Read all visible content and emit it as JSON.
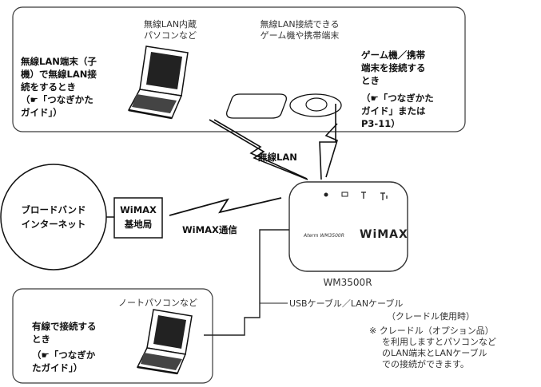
{
  "top_panel": {
    "pc_caption_line1": "無線LAN内蔵",
    "pc_caption_line2": "パソコンなど",
    "game_caption_line1": "無線LAN接続できる",
    "game_caption_line2": "ゲーム機や携帯端末",
    "left_note": [
      "無線LAN端末（子",
      "機）で無線LAN接",
      "続をするとき",
      "（☛「つなぎかた",
      "ガイド」）"
    ],
    "right_note": [
      "ゲーム機／携帯",
      "端末を接続する",
      "とき",
      "（☛「つなぎかた",
      "ガイド」または",
      "P3-11）"
    ]
  },
  "wireless_lan_label": "無線LAN",
  "internet_label_line1": "ブロードバンド",
  "internet_label_line2": "インターネット",
  "base_station_line1": "WiMAX",
  "base_station_line2": "基地局",
  "wimax_link_label": "WiMAX通信",
  "router": {
    "brand_text": "Aterm WM3500R",
    "logo_text": "WiMAX",
    "model_label": "WM3500R"
  },
  "bottom_panel": {
    "caption": "ノートパソコンなど",
    "note": [
      "有線で接続する",
      "とき",
      "（☛「つなぎか",
      "たガイド」）"
    ]
  },
  "cable_label": "USBケーブル／LANケーブル",
  "cable_sub_label": "（クレードル使用時）",
  "cradle_note": [
    "※ クレードル（オプション品）",
    "を利用しますとパソコンなど",
    "のLAN端末とLANケーブル",
    "での接続ができます。"
  ]
}
